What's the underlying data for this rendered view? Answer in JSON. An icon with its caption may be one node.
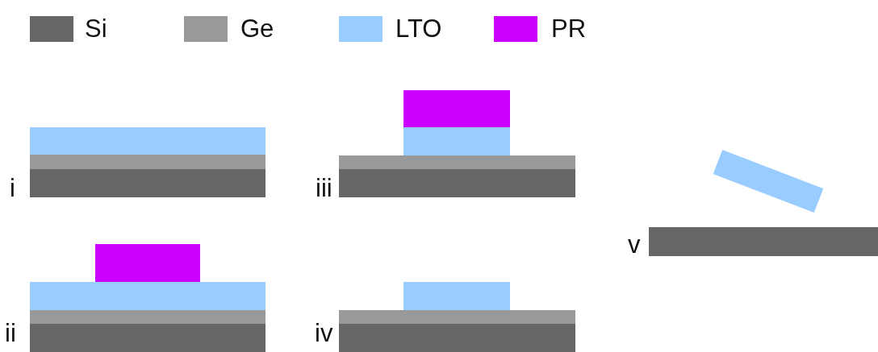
{
  "diagram": {
    "labels": [
      "i",
      "iii",
      "v",
      "ii",
      "iv"
    ],
    "legend": [
      {
        "text": "Si",
        "color": "#666666"
      },
      {
        "text": "Ge",
        "color": "#999999"
      },
      {
        "text": "LTO",
        "color": "#99ccff"
      },
      {
        "text": "PR",
        "color": "#cc00ff"
      }
    ]
  }
}
